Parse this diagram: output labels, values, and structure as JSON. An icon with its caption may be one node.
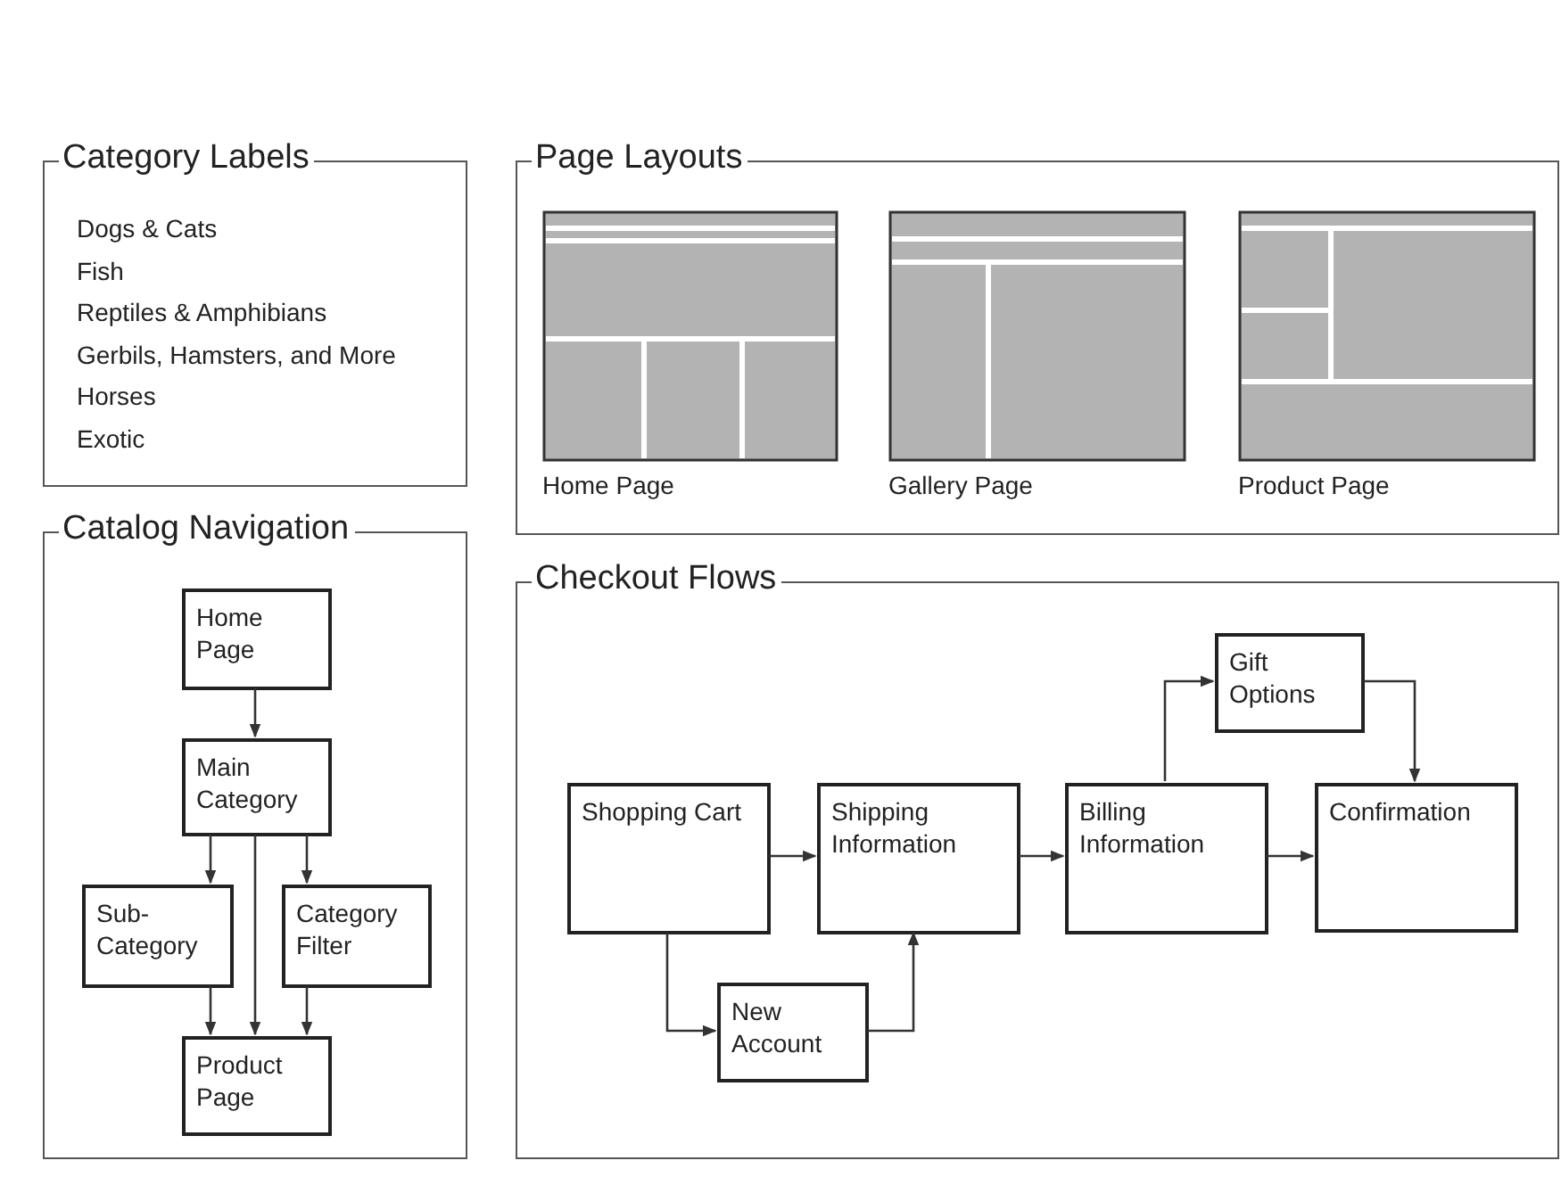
{
  "diagram": {
    "nodes": [
      {
        "text": [
          "Category Labels",
          "Dogs & Cats",
          "Fish",
          "Reptiles & Amphibians",
          "Gerbils, Hamsters, and More",
          "Horses",
          "Exotic"
        ]
      },
      {
        "text": [
          "Page Layouts"
        ]
      },
      {
        "text": [
          "Home Page"
        ],
        "in": 1
      },
      {
        "text": [
          "Gallery Page"
        ],
        "in": 1
      },
      {
        "text": [
          "Product Page"
        ],
        "in": 1
      },
      {
        "text": [
          "Catalog Navigation"
        ]
      },
      {
        "text": [
          "Home Page"
        ],
        "in": 5
      },
      {
        "text": [
          "Main Category"
        ],
        "in": 5
      },
      {
        "text": [
          "Sub-Category"
        ],
        "in": 5
      },
      {
        "text": [
          "Category Filter"
        ],
        "in": 5
      },
      {
        "text": [
          "Product Page"
        ],
        "in": 5
      },
      {
        "text": [
          "Checkout Flows"
        ]
      },
      {
        "text": [
          "Shopping Cart"
        ],
        "in": 11
      },
      {
        "text": [
          "Shipping Information"
        ],
        "in": 11
      },
      {
        "text": [
          "Gift Options"
        ],
        "in": 11
      },
      {
        "text": [
          "Billing Information"
        ],
        "in": 11
      },
      {
        "text": [
          "Confirmation"
        ],
        "in": 11
      },
      {
        "text": [
          "New Account"
        ],
        "in": 11
      }
    ],
    "edges": [
      {
        "from": 6,
        "to": 7,
        "arrow": "to"
      },
      {
        "from": 7,
        "to": 8,
        "arrow": "to"
      },
      {
        "from": 7,
        "to": 10,
        "arrow": "to"
      },
      {
        "from": 7,
        "to": 9,
        "arrow": "to"
      },
      {
        "from": 8,
        "to": 10,
        "arrow": "to"
      },
      {
        "from": 9,
        "to": 10,
        "arrow": "to"
      },
      {
        "from": 12,
        "to": 13,
        "arrow": "to"
      },
      {
        "from": 12,
        "to": 17,
        "arrow": "to"
      },
      {
        "from": 17,
        "to": 13,
        "arrow": "to"
      },
      {
        "from": 13,
        "to": 15,
        "arrow": "to"
      },
      {
        "from": 15,
        "to": 14,
        "arrow": "to"
      },
      {
        "from": 14,
        "to": 16,
        "arrow": "to"
      },
      {
        "from": 15,
        "to": 16,
        "arrow": "to"
      }
    ]
  }
}
